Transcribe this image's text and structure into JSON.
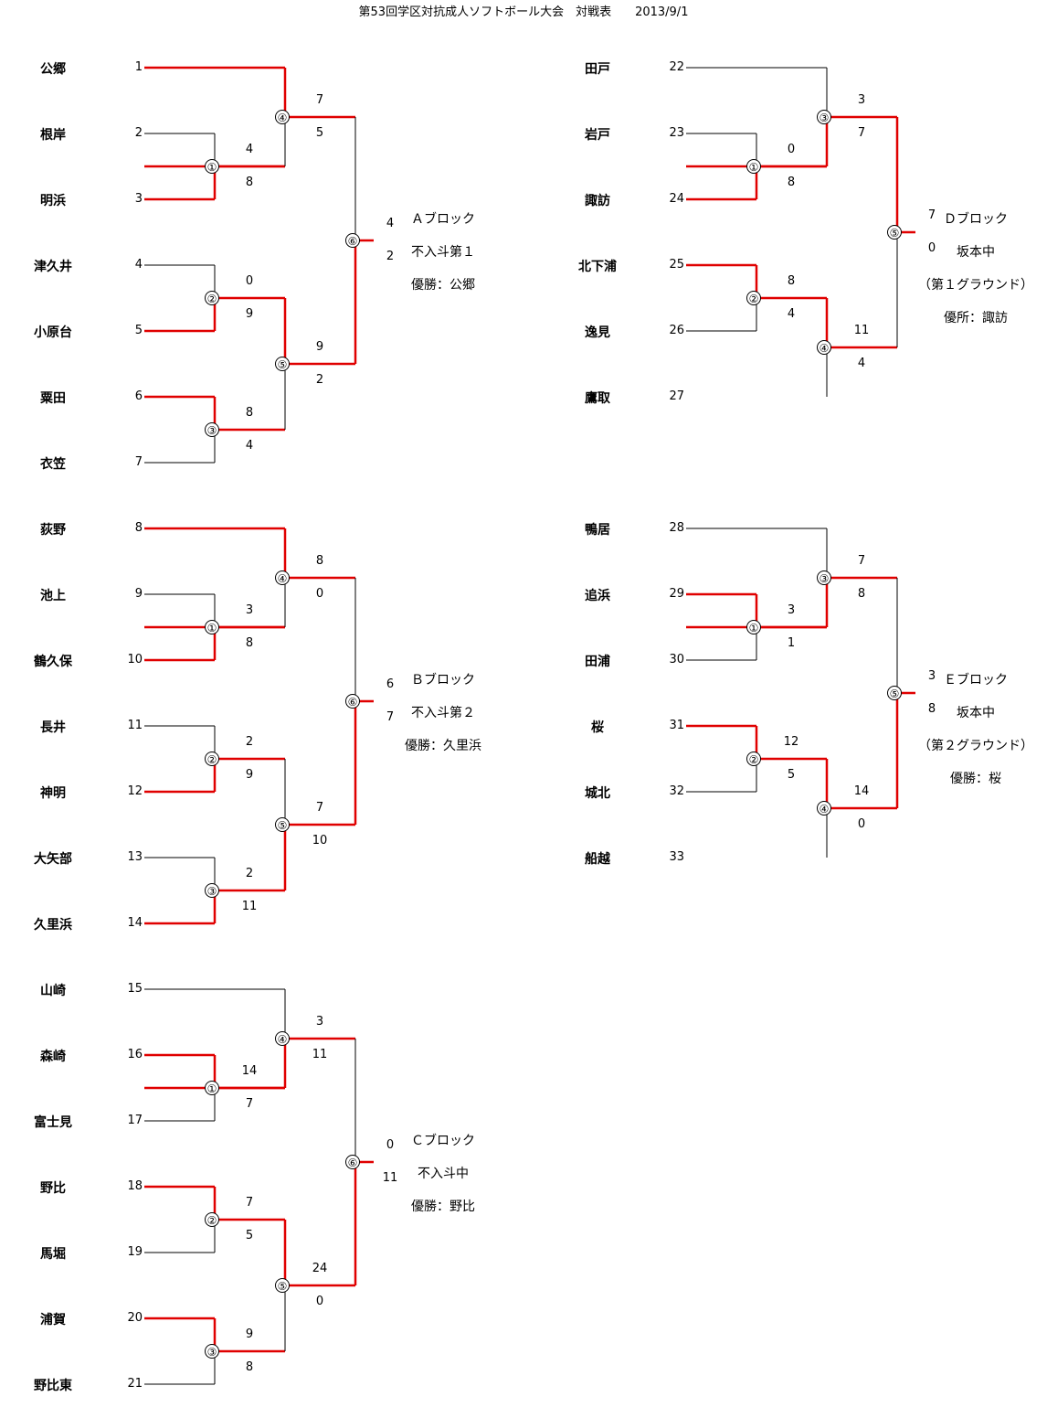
{
  "title": "第53回学区対抗成人ソフトボール大会　対戦表　　2013/9/1",
  "colors": {
    "win": "#e00000",
    "lose": "#000000"
  },
  "blocks": [
    {
      "id": "A",
      "teams": [
        {
          "name": "公郷",
          "seed": "1"
        },
        {
          "name": "根岸",
          "seed": "2"
        },
        {
          "name": "明浜",
          "seed": "3"
        },
        {
          "name": "津久井",
          "seed": "4"
        },
        {
          "name": "小原台",
          "seed": "5"
        },
        {
          "name": "粟田",
          "seed": "6"
        },
        {
          "name": "衣笠",
          "seed": "7"
        }
      ],
      "matches": {
        "m1": {
          "num": "①",
          "top": "4",
          "bottom": "8",
          "winner": "bottom"
        },
        "m2": {
          "num": "②",
          "top": "0",
          "bottom": "9",
          "winner": "bottom"
        },
        "m3": {
          "num": "③",
          "top": "8",
          "bottom": "4",
          "winner": "top"
        },
        "m4": {
          "num": "④",
          "top": "7",
          "bottom": "5",
          "winner": "top"
        },
        "m5": {
          "num": "⑤",
          "top": "9",
          "bottom": "2",
          "winner": "top"
        },
        "m6": {
          "num": "⑥",
          "top": "4",
          "bottom": "2",
          "winner": "bottom"
        }
      },
      "info": [
        "Ａブロック",
        "不入斗第１",
        "優勝：公郷"
      ]
    },
    {
      "id": "B",
      "teams": [
        {
          "name": "荻野",
          "seed": "8"
        },
        {
          "name": "池上",
          "seed": "9"
        },
        {
          "name": "鶴久保",
          "seed": "10"
        },
        {
          "name": "長井",
          "seed": "11"
        },
        {
          "name": "神明",
          "seed": "12"
        },
        {
          "name": "大矢部",
          "seed": "13"
        },
        {
          "name": "久里浜",
          "seed": "14"
        }
      ],
      "matches": {
        "m1": {
          "num": "①",
          "top": "3",
          "bottom": "8",
          "winner": "bottom"
        },
        "m2": {
          "num": "②",
          "top": "2",
          "bottom": "9",
          "winner": "bottom"
        },
        "m3": {
          "num": "③",
          "top": "2",
          "bottom": "11",
          "winner": "bottom"
        },
        "m4": {
          "num": "④",
          "top": "8",
          "bottom": "0",
          "winner": "top"
        },
        "m5": {
          "num": "⑤",
          "top": "7",
          "bottom": "10",
          "winner": "bottom"
        },
        "m6": {
          "num": "⑥",
          "top": "6",
          "bottom": "7",
          "winner": "bottom"
        }
      },
      "info": [
        "Ｂブロック",
        "不入斗第２",
        "優勝：久里浜"
      ]
    },
    {
      "id": "C",
      "teams": [
        {
          "name": "山崎",
          "seed": "15"
        },
        {
          "name": "森崎",
          "seed": "16"
        },
        {
          "name": "富士見",
          "seed": "17"
        },
        {
          "name": "野比",
          "seed": "18"
        },
        {
          "name": "馬堀",
          "seed": "19"
        },
        {
          "name": "浦賀",
          "seed": "20"
        },
        {
          "name": "野比東",
          "seed": "21"
        }
      ],
      "matches": {
        "m1": {
          "num": "①",
          "top": "14",
          "bottom": "7",
          "winner": "top"
        },
        "m2": {
          "num": "②",
          "top": "7",
          "bottom": "5",
          "winner": "top"
        },
        "m3": {
          "num": "③",
          "top": "9",
          "bottom": "8",
          "winner": "top"
        },
        "m4": {
          "num": "④",
          "top": "3",
          "bottom": "11",
          "winner": "bottom"
        },
        "m5": {
          "num": "⑤",
          "top": "24",
          "bottom": "0",
          "winner": "top"
        },
        "m6": {
          "num": "⑥",
          "top": "0",
          "bottom": "11",
          "winner": "bottom"
        }
      },
      "info": [
        "Ｃブロック",
        "不入斗中",
        "優勝：野比"
      ]
    },
    {
      "id": "D",
      "teams": [
        {
          "name": "田戸",
          "seed": "22"
        },
        {
          "name": "岩戸",
          "seed": "23"
        },
        {
          "name": "諏訪",
          "seed": "24"
        },
        {
          "name": "北下浦",
          "seed": "25"
        },
        {
          "name": "逸見",
          "seed": "26"
        },
        {
          "name": "鷹取",
          "seed": "27"
        }
      ],
      "matches": {
        "m1": {
          "num": "①",
          "top": "0",
          "bottom": "8",
          "winner": "bottom"
        },
        "m2": {
          "num": "②",
          "top": "8",
          "bottom": "4",
          "winner": "top"
        },
        "m3": {
          "num": "③",
          "top": "3",
          "bottom": "7",
          "winner": "bottom"
        },
        "m4": {
          "num": "④",
          "top": "11",
          "bottom": "4",
          "winner": "top"
        },
        "m5": {
          "num": "⑤",
          "top": "7",
          "bottom": "0",
          "winner": "top"
        }
      },
      "info": [
        "Ｄブロック",
        "坂本中",
        "（第１グラウンド）",
        "優所：諏訪"
      ]
    },
    {
      "id": "E",
      "teams": [
        {
          "name": "鴨居",
          "seed": "28"
        },
        {
          "name": "追浜",
          "seed": "29"
        },
        {
          "name": "田浦",
          "seed": "30"
        },
        {
          "name": "桜",
          "seed": "31"
        },
        {
          "name": "城北",
          "seed": "32"
        },
        {
          "name": "船越",
          "seed": "33"
        }
      ],
      "matches": {
        "m1": {
          "num": "①",
          "top": "3",
          "bottom": "1",
          "winner": "top"
        },
        "m2": {
          "num": "②",
          "top": "12",
          "bottom": "5",
          "winner": "top"
        },
        "m3": {
          "num": "③",
          "top": "7",
          "bottom": "8",
          "winner": "bottom"
        },
        "m4": {
          "num": "④",
          "top": "14",
          "bottom": "0",
          "winner": "top"
        },
        "m5": {
          "num": "⑤",
          "top": "3",
          "bottom": "8",
          "winner": "bottom"
        }
      },
      "info": [
        "Ｅブロック",
        "坂本中",
        "（第２グラウンド）",
        "優勝：桜"
      ]
    }
  ]
}
